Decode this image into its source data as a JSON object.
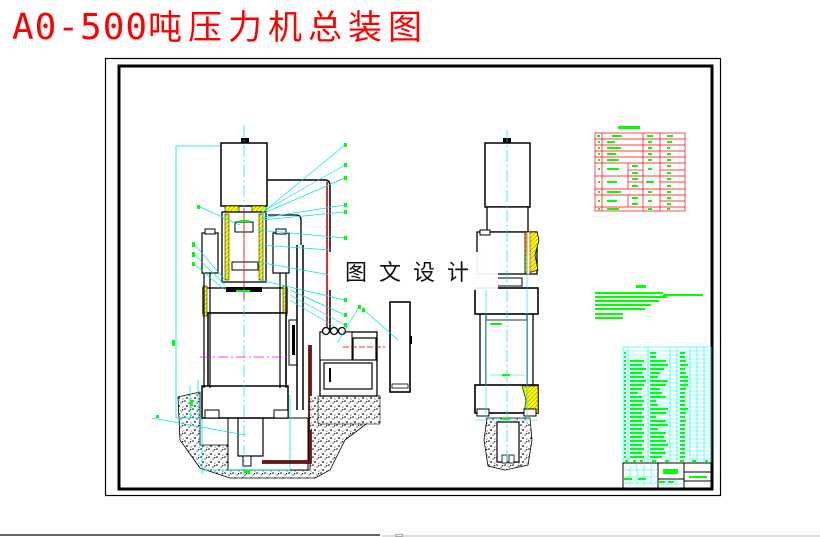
{
  "title": {
    "model": "A0-500",
    "text": "吨压力机总装图"
  },
  "watermark": "图文设计",
  "drawing": {
    "views": [
      "front-view",
      "side-view"
    ],
    "parameter_table": {
      "heading": "技术参数表",
      "rows": 11
    },
    "technical_requirements": {
      "heading": "技术要求",
      "lines": 7
    },
    "parts_list": {
      "rows": 28,
      "title_block_name": "总装图"
    }
  },
  "colors": {
    "title": "#ff0000",
    "outline": "#000000",
    "centerline": "#00e5e5",
    "annotation": "#00ff00",
    "hydraulic_pipe": "#cc0000",
    "section_fill": "#ffff00",
    "table_grid_red": "#ff0000",
    "table_grid_cyan": "#00ffff",
    "dimension_magenta": "#ff00ff"
  },
  "scrollbar": {
    "visible": true
  }
}
